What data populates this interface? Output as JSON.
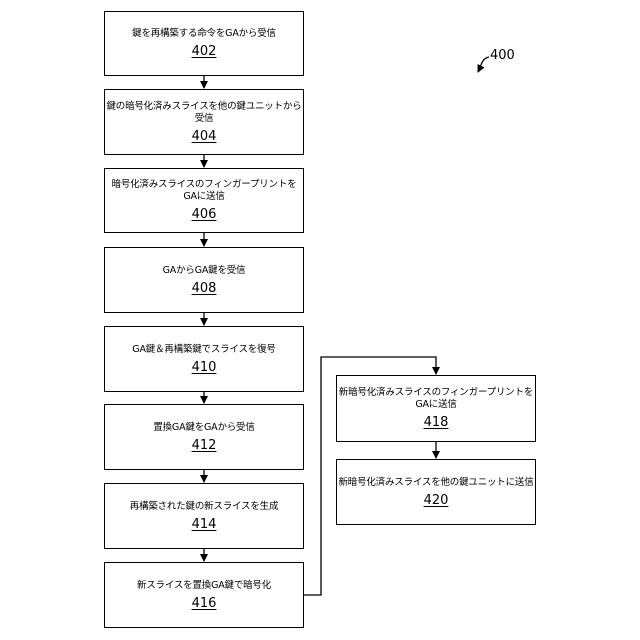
{
  "figure_ref": "400",
  "steps": {
    "s402": {
      "label": "鍵を再構築する命令をGAから受信",
      "num": "402"
    },
    "s404": {
      "label": "鍵の暗号化済みスライスを他の鍵ユニットから受信",
      "num": "404"
    },
    "s406": {
      "label": "暗号化済みスライスのフィンガープリントをGAに送信",
      "num": "406"
    },
    "s408": {
      "label": "GAからGA鍵を受信",
      "num": "408"
    },
    "s410": {
      "label": "GA鍵＆再構築鍵でスライスを復号",
      "num": "410"
    },
    "s412": {
      "label": "置換GA鍵をGAから受信",
      "num": "412"
    },
    "s414": {
      "label": "再構築された鍵の新スライスを生成",
      "num": "414"
    },
    "s416": {
      "label": "新スライスを置換GA鍵で暗号化",
      "num": "416"
    },
    "s418": {
      "label": "新暗号化済みスライスのフィンガープリントをGAに送信",
      "num": "418"
    },
    "s420": {
      "label": "新暗号化済みスライスを他の鍵ユニットに送信",
      "num": "420"
    }
  },
  "flow": [
    [
      "402",
      "404"
    ],
    [
      "404",
      "406"
    ],
    [
      "406",
      "408"
    ],
    [
      "408",
      "410"
    ],
    [
      "410",
      "412"
    ],
    [
      "412",
      "414"
    ],
    [
      "414",
      "416"
    ],
    [
      "416",
      "418"
    ],
    [
      "418",
      "420"
    ]
  ]
}
